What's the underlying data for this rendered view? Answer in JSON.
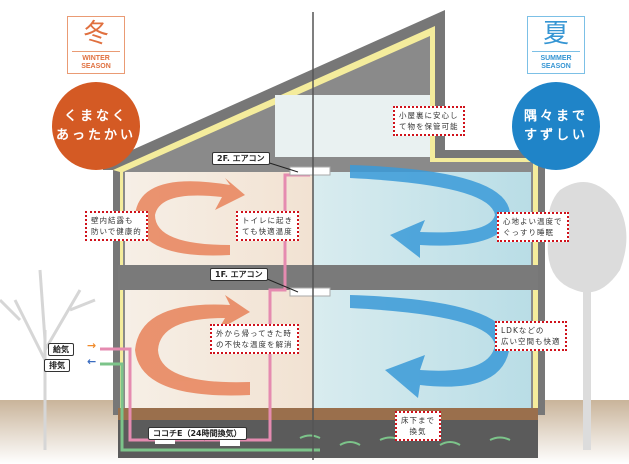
{
  "winter": {
    "kanji": "冬",
    "season_en_1": "WINTER",
    "season_en_2": "SEASON",
    "tagline": "くまなく\nあったかい"
  },
  "summer": {
    "kanji": "夏",
    "season_en_1": "SUMMER",
    "season_en_2": "SEASON",
    "tagline": "隅々まで\nすずしい"
  },
  "labels": {
    "ac_2f": "2F. エアコン",
    "ac_1f": "1F. エアコン",
    "supply": "給気",
    "exhaust": "排気",
    "ventilation_unit": "ココチE（24時間換気）"
  },
  "notes": {
    "wall_condensation": "壁内結露も\n防いで健康的",
    "toilet": "トイレに起き\nても快適温度",
    "attic": "小屋裏に安心し\nて物を保管可能",
    "sleep": "心地よい温度で\nぐっすり睡眠",
    "return_home": "外から帰ってきた時\nの不快な温度を解消",
    "ldk": "LDKなどの\n広い空間も快適",
    "underfloor": "床下まで\n換気"
  },
  "colors": {
    "warm": "#e0703f",
    "cool": "#3a9ad8",
    "pink_duct": "#e58bb0",
    "green_duct": "#7cc48a"
  }
}
